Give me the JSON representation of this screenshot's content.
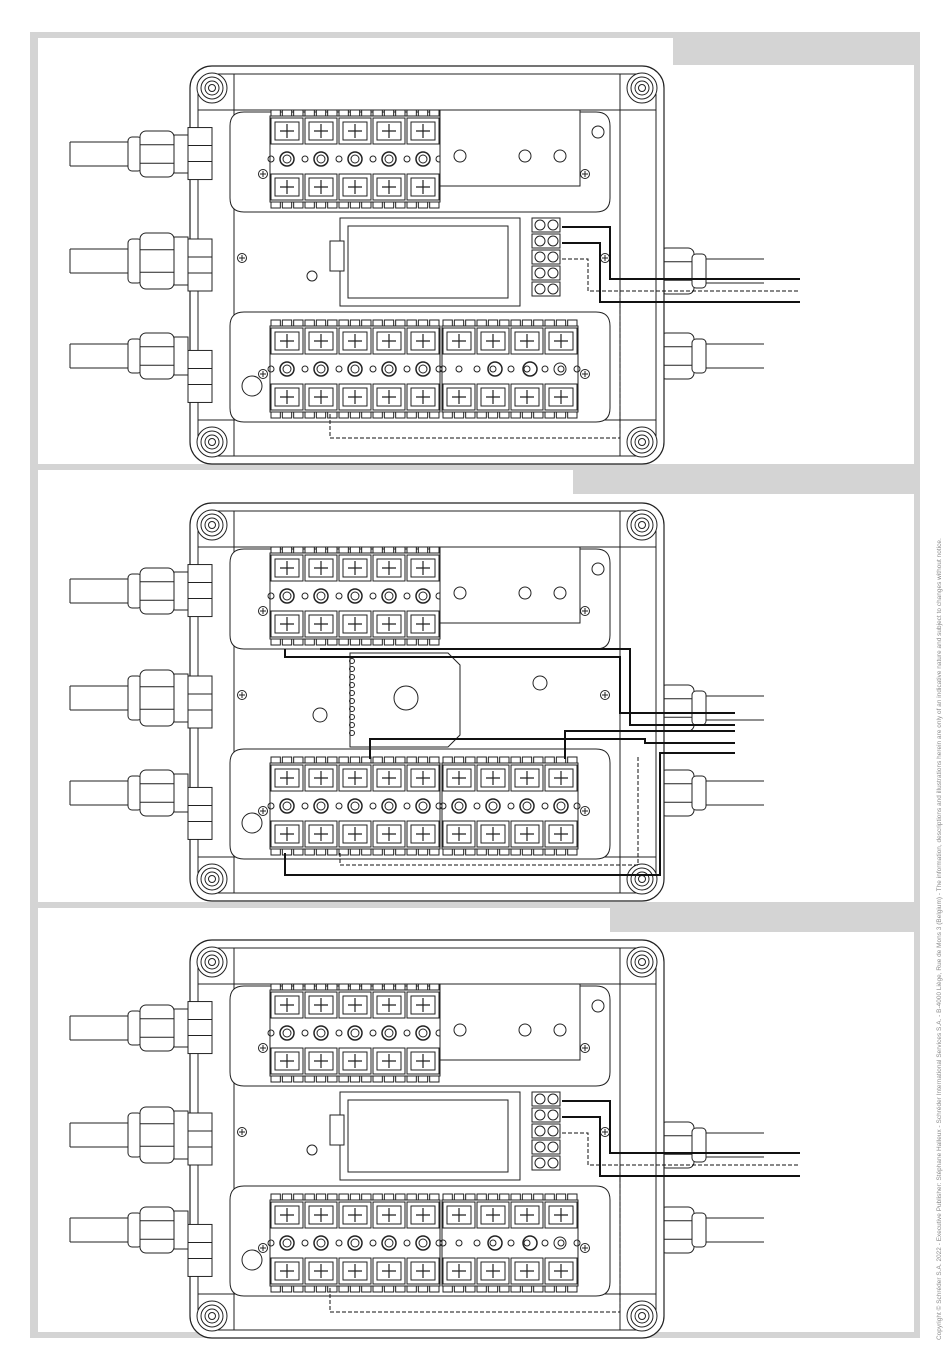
{
  "footer": {
    "copyright": "Copyright © Schréder S.A. 2022 - Executive Publisher: Stéphane Halleux - Schréder International Services S.A. - B-4000 Liège, Rue de Mons 3 (Belgium) - The information, descriptions and illustrations herein are only of an indicative nature and subject to changes without notice."
  },
  "colors": {
    "frame": "#d4d4d4",
    "line": "#222222",
    "wire": "#111111",
    "paper": "#ffffff",
    "fill_light": "#f2f2f2"
  },
  "panels": [
    {
      "id": "panel-1",
      "variant": "relay-block"
    },
    {
      "id": "panel-2",
      "variant": "double-terminal"
    },
    {
      "id": "panel-3",
      "variant": "relay-block"
    }
  ]
}
